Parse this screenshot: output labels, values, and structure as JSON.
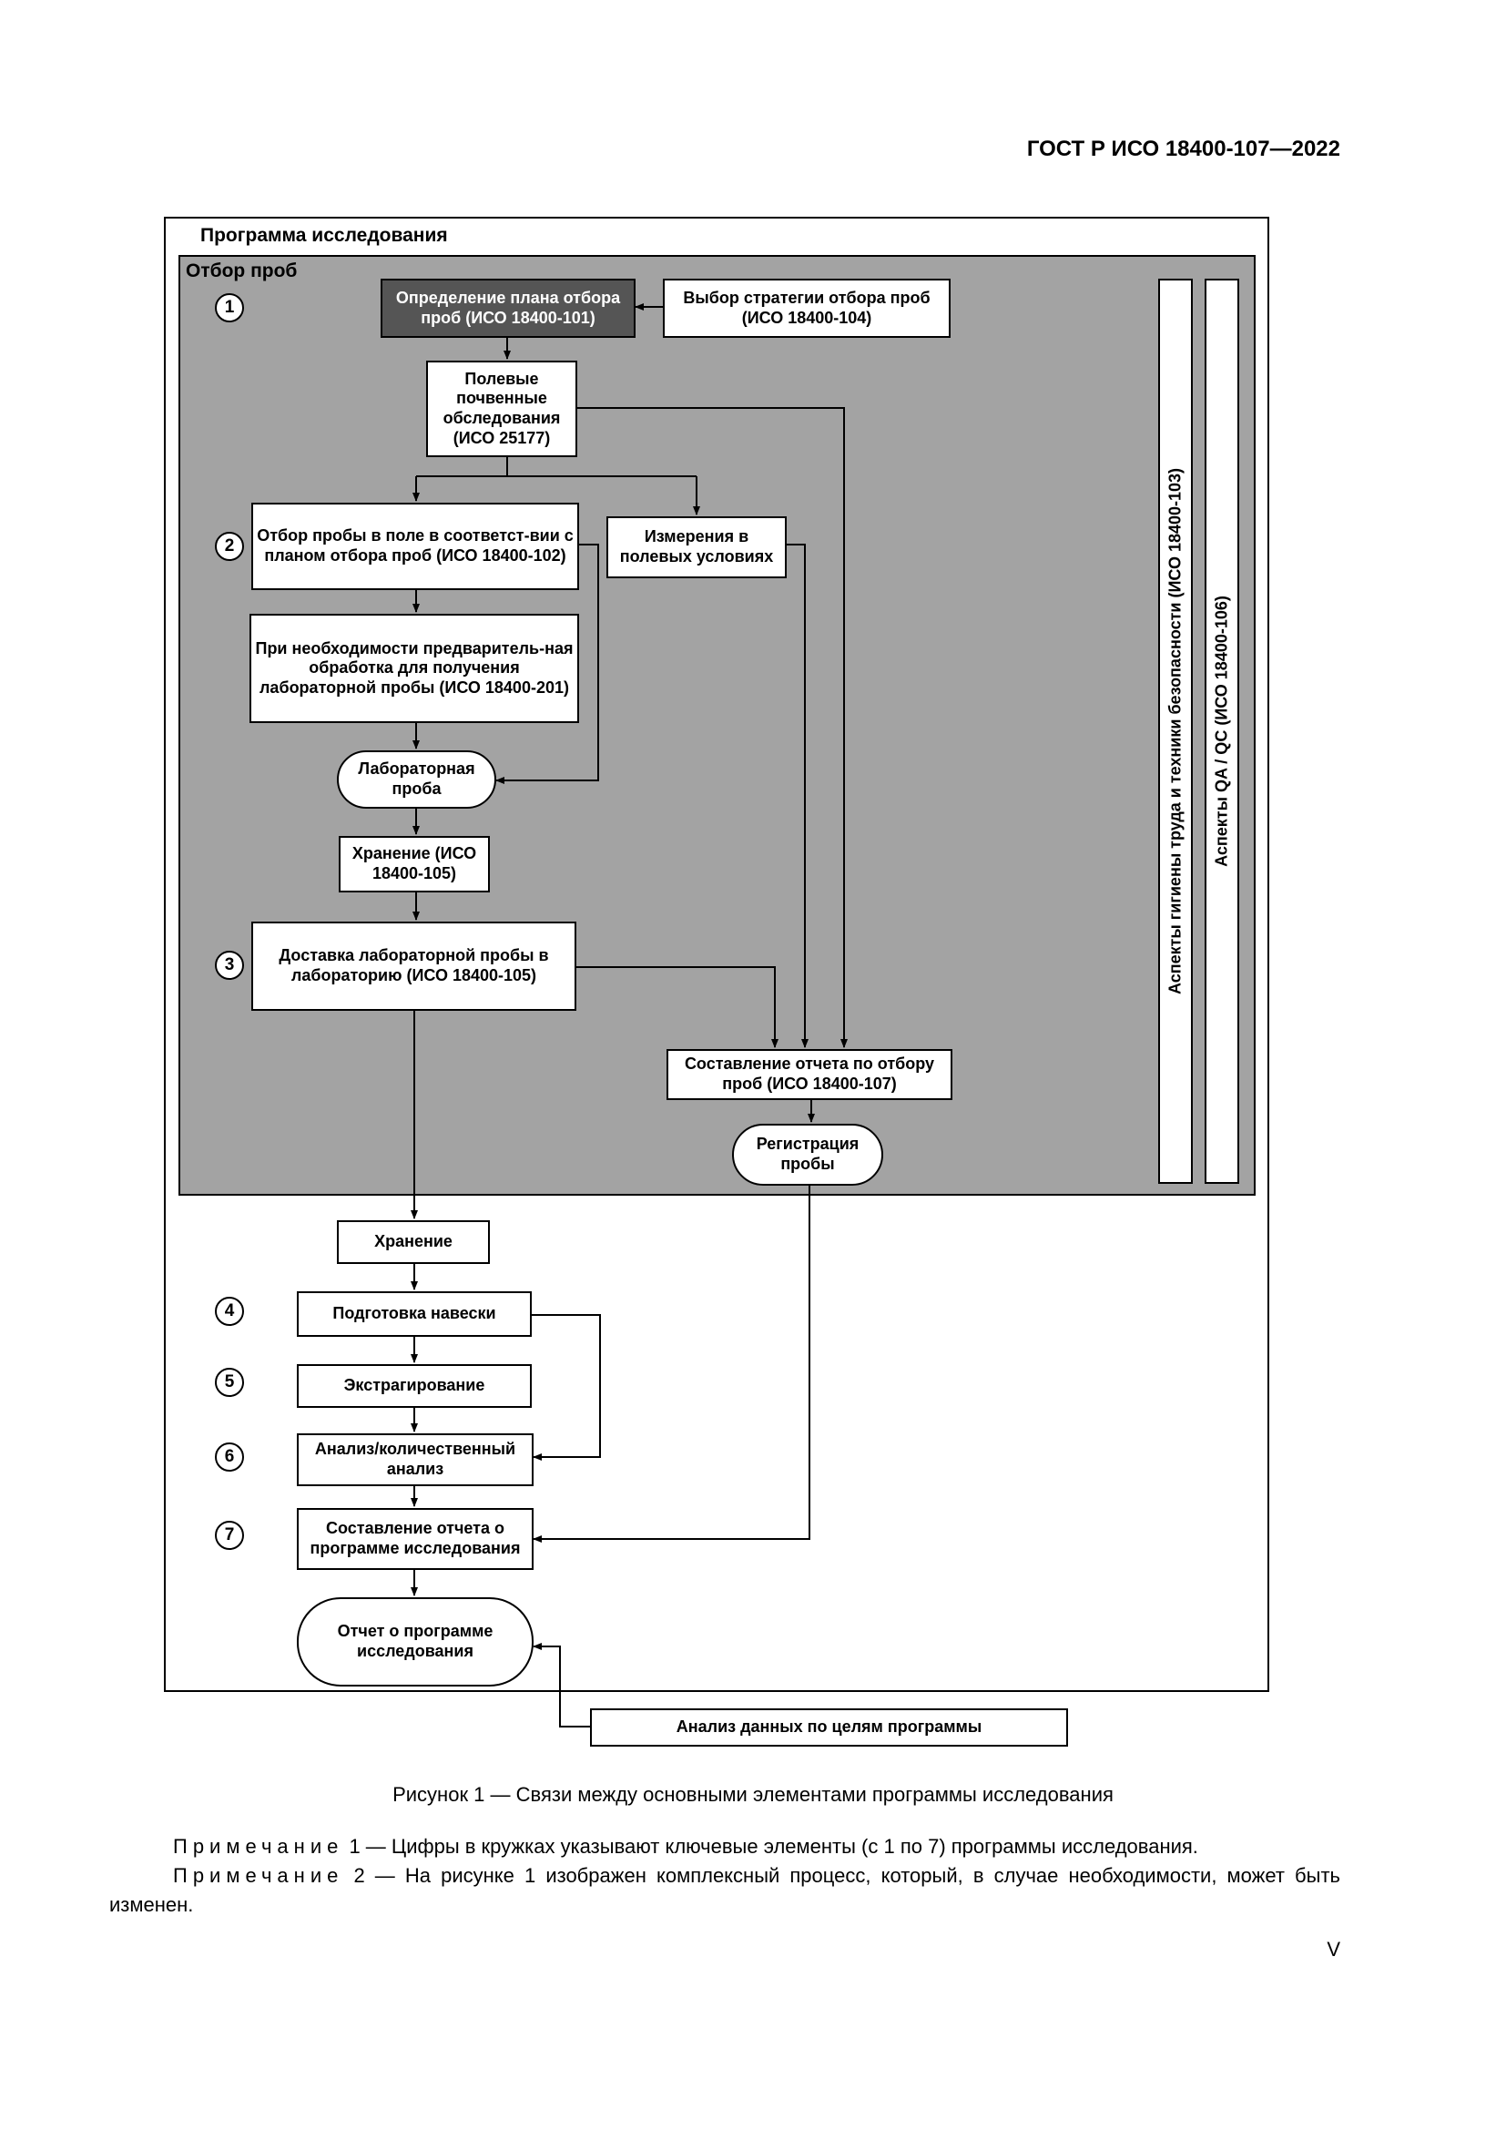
{
  "header": {
    "standard": "ГОСТ Р ИСО 18400-107—2022"
  },
  "diagram": {
    "outer_label": "Программа исследования",
    "sampling_label": "Отбор проб",
    "boxes": {
      "plan": "Определение плана отбора проб (ИСО 18400-101)",
      "strategy": "Выбор стратегии отбора проб (ИСО 18400-104)",
      "field_survey": "Полевые почвенные обследования (ИСО 25177)",
      "field_sampling": "Отбор пробы в поле в соответст-вии с планом отбора проб (ИСО 18400-102)",
      "field_measurements": "Измерения в полевых условиях",
      "pretreatment": "При необходимости предваритель-ная обработка для получения лабораторной пробы (ИСО 18400-201)",
      "lab_sample": "Лабораторная проба",
      "storage1": "Хранение (ИСО 18400-105)",
      "delivery": "Доставка лабораторной пробы в лабораторию (ИСО 18400-105)",
      "sampling_report": "Составление отчета по отбору проб (ИСО 18400-107)",
      "registration": "Регистрация пробы",
      "storage2": "Хранение",
      "weighing": "Подготовка навески",
      "extraction": "Экстрагирование",
      "analysis": "Анализ/количественный анализ",
      "program_report": "Составление отчета о программе исследования",
      "program_report_final": "Отчет о программе исследования",
      "data_analysis": "Анализ данных по целям программы"
    },
    "numbers": [
      "1",
      "2",
      "3",
      "4",
      "5",
      "6",
      "7"
    ],
    "side_bars": {
      "safety": "Аспекты гигиены труда и техники безопасности (ИСО 18400-103)",
      "qaqc": "Аспекты QA / QC (ИСО 18400-106)"
    }
  },
  "caption": "Рисунок 1 — Связи между основными элементами программы исследования",
  "notes": [
    {
      "lead": "Примечание",
      "text": " 1 — Цифры в кружках указывают ключевые элементы (с 1 по 7) программы исследования."
    },
    {
      "lead": "Примечание",
      "text": " 2 — На рисунке 1 изображен комплексный процесс, который, в случае необходимости, может быть изменен."
    }
  ],
  "page_number": "V"
}
